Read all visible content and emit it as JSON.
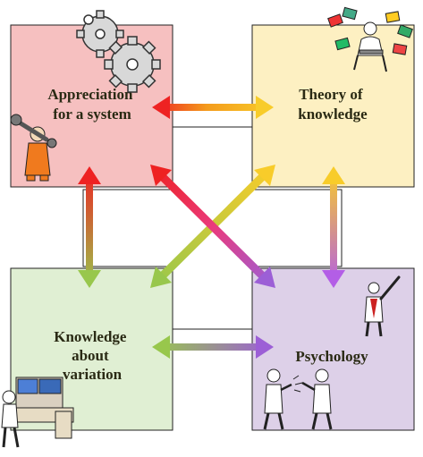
{
  "quadrants": {
    "appreciation": {
      "lines": [
        "Appreciation",
        "for a system"
      ],
      "color": "#f6c0c0"
    },
    "theory": {
      "lines": [
        "Theory of",
        "knowledge"
      ],
      "color": "#fdf0c2"
    },
    "variation": {
      "lines": [
        "Knowledge",
        "about",
        "variation"
      ],
      "color": "#e0efd3"
    },
    "psychology": {
      "lines": [
        "Psychology"
      ],
      "color": "#ddd0e8"
    }
  },
  "arrow_colors": {
    "red": "#ee2222",
    "orange": "#f49b1c",
    "yellow": "#f8cc2a",
    "pink": "#ea3a7c",
    "green": "#98c74c",
    "purple": "#9c5fd6",
    "violet": "#b35ee6"
  },
  "icons": [
    "gears-icon",
    "reader-with-books-icon",
    "mechanic-with-wrench-icon",
    "presenter-icon",
    "two-people-talking-icon",
    "computer-operator-icon"
  ]
}
